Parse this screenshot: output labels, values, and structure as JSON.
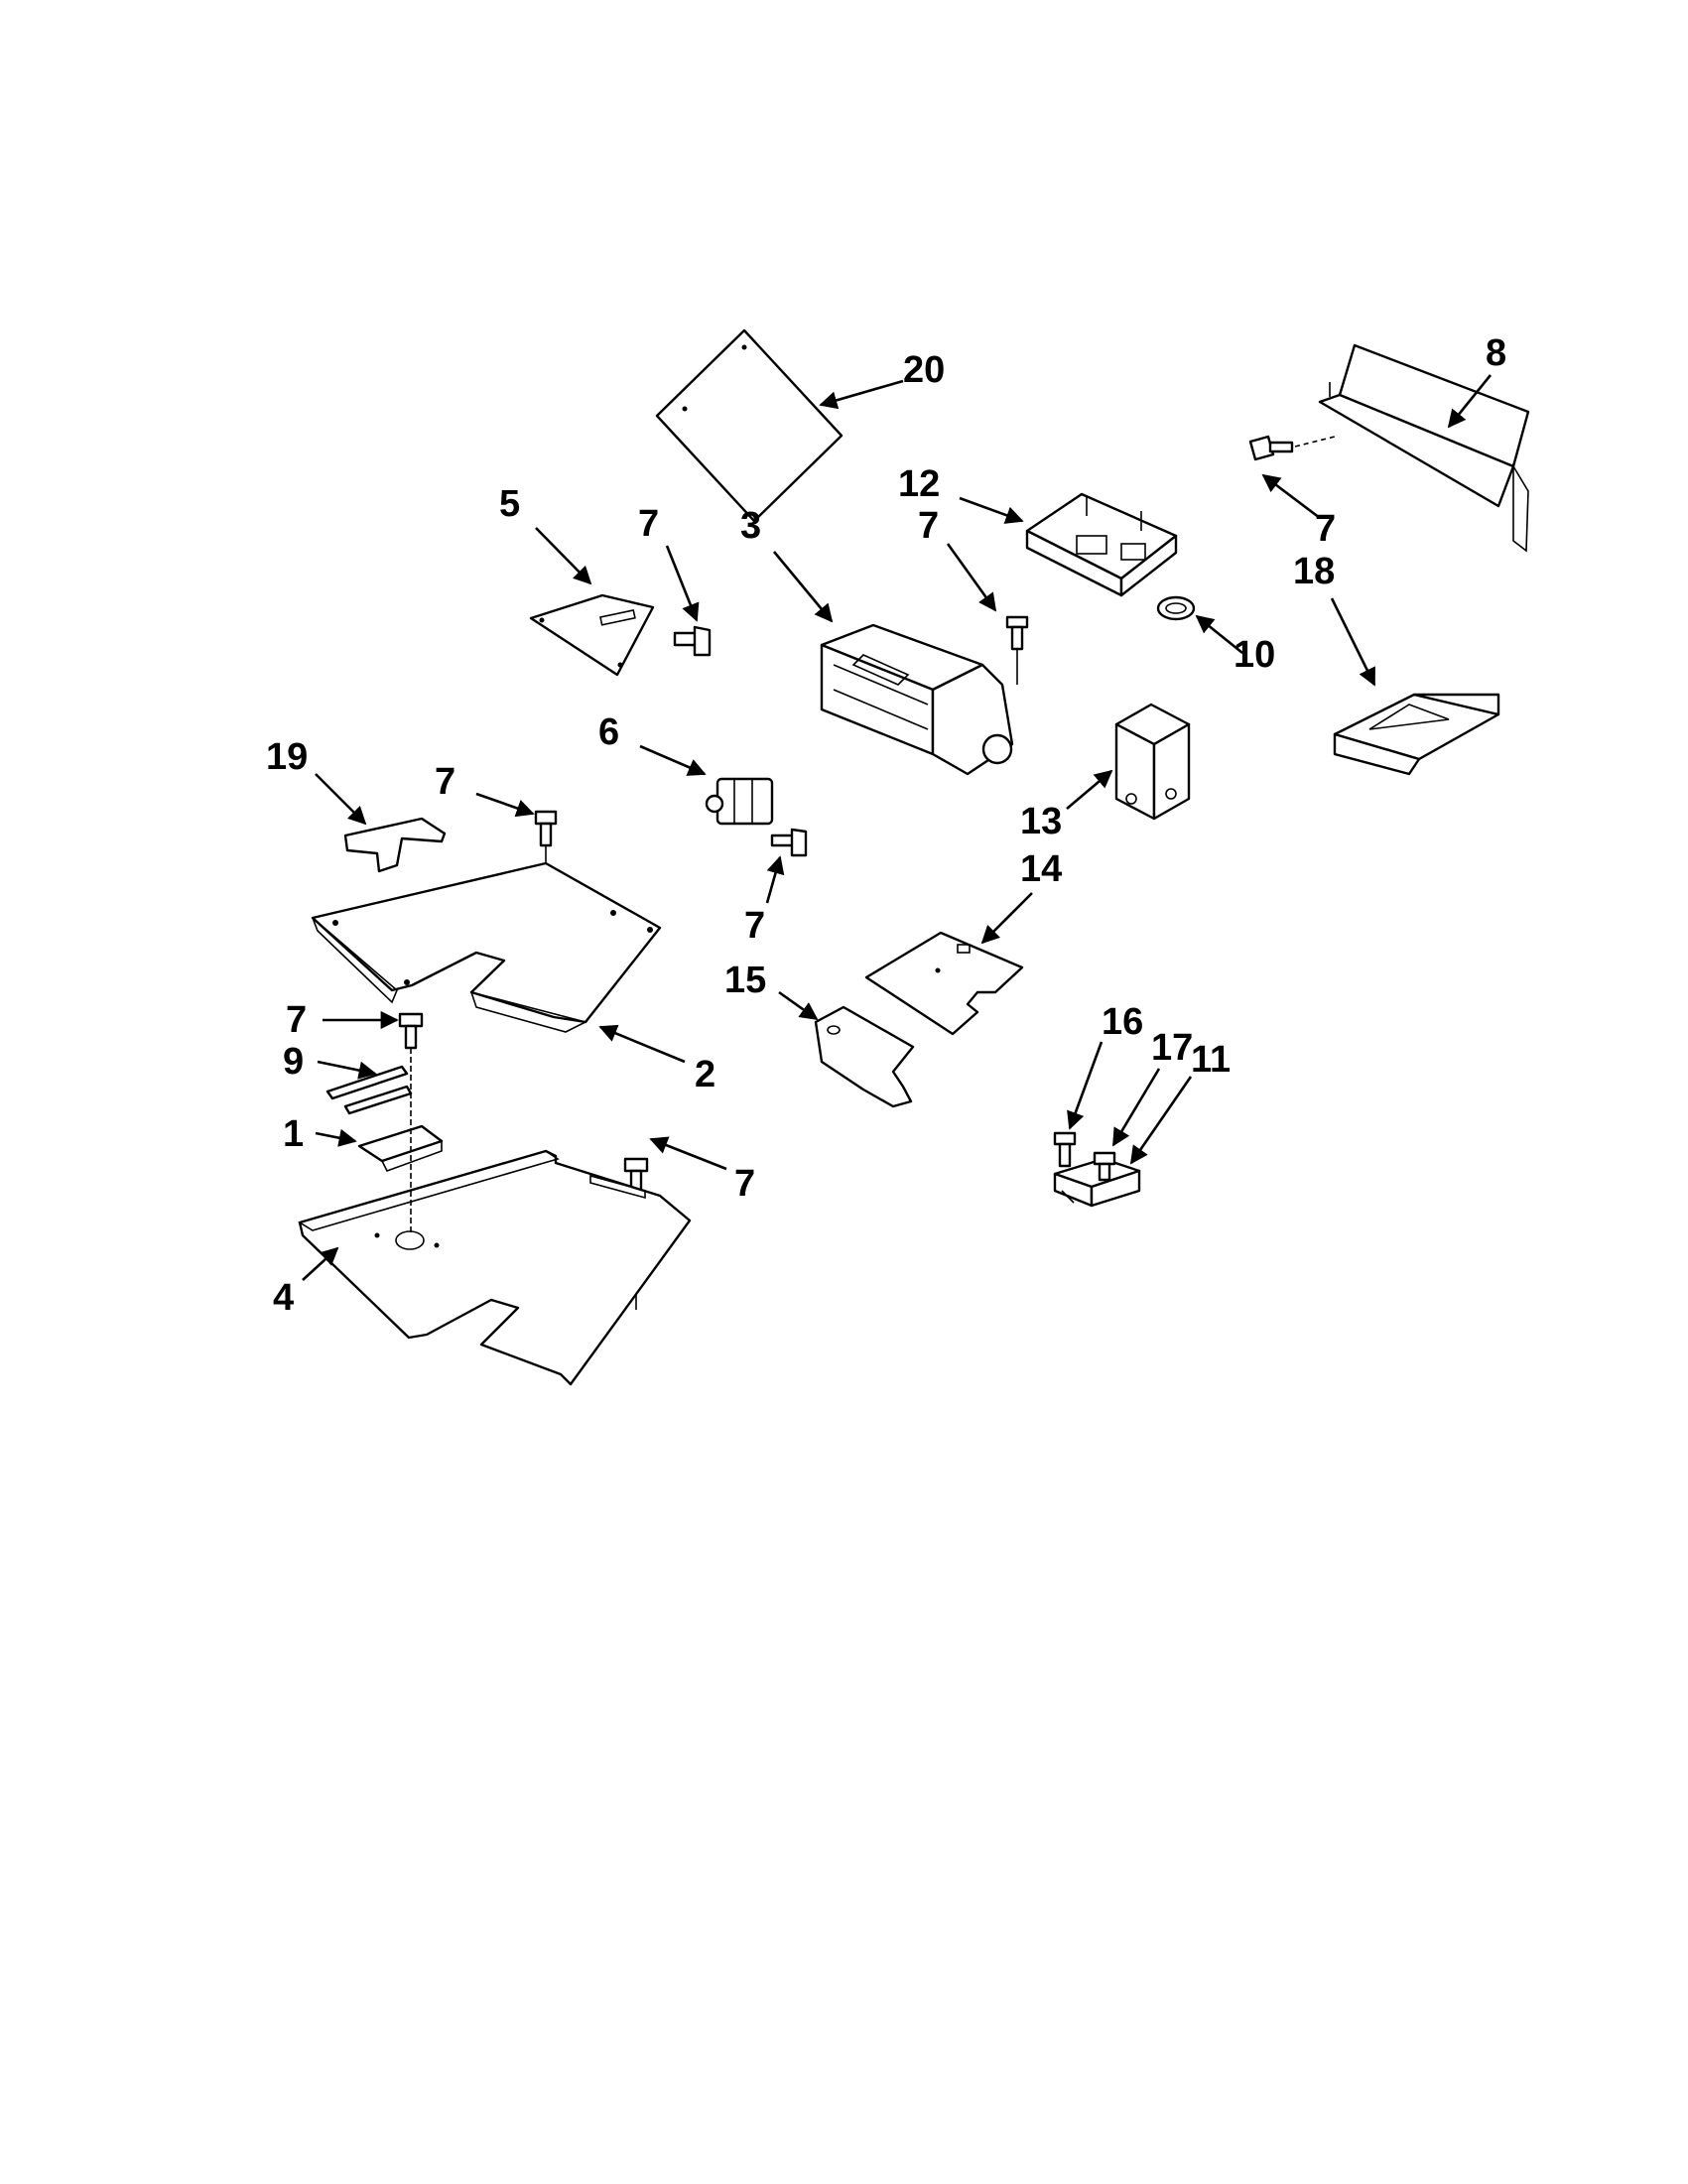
{
  "diagram": {
    "callouts": [
      {
        "id": "c20",
        "label": "20"
      },
      {
        "id": "c8",
        "label": "8"
      },
      {
        "id": "c12",
        "label": "12"
      },
      {
        "id": "c7a",
        "label": "7"
      },
      {
        "id": "c5",
        "label": "5"
      },
      {
        "id": "c7b",
        "label": "7"
      },
      {
        "id": "c3",
        "label": "3"
      },
      {
        "id": "c7c",
        "label": "7"
      },
      {
        "id": "c18",
        "label": "18"
      },
      {
        "id": "c10",
        "label": "10"
      },
      {
        "id": "c6",
        "label": "6"
      },
      {
        "id": "c19",
        "label": "19"
      },
      {
        "id": "c7d",
        "label": "7"
      },
      {
        "id": "c13",
        "label": "13"
      },
      {
        "id": "c14",
        "label": "14"
      },
      {
        "id": "c7e",
        "label": "7"
      },
      {
        "id": "c15",
        "label": "15"
      },
      {
        "id": "c7f",
        "label": "7"
      },
      {
        "id": "c9",
        "label": "9"
      },
      {
        "id": "c2",
        "label": "2"
      },
      {
        "id": "c16",
        "label": "16"
      },
      {
        "id": "c17",
        "label": "17"
      },
      {
        "id": "c11",
        "label": "11"
      },
      {
        "id": "c1",
        "label": "1"
      },
      {
        "id": "c7g",
        "label": "7"
      },
      {
        "id": "c4",
        "label": "4"
      }
    ]
  }
}
